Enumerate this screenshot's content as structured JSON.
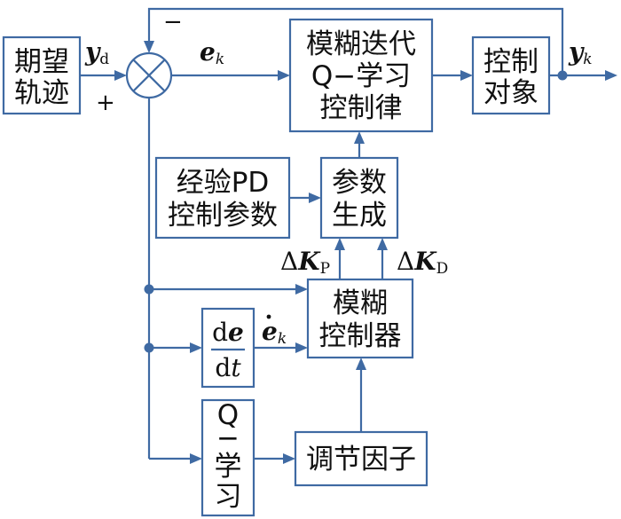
{
  "blocks": {
    "desired_trajectory": [
      "期望",
      "轨迹"
    ],
    "fuzzy_iterative_q": [
      "模糊迭代",
      "Q−学习",
      "控制律"
    ],
    "controlled_object": [
      "控制",
      "对象"
    ],
    "empirical_pd": [
      "经验PD",
      "控制参数"
    ],
    "param_gen": [
      "参数",
      "生成"
    ],
    "fuzzy_controller": [
      "模糊",
      "控制器"
    ],
    "derivative": {
      "num": "d",
      "num_var": "e",
      "den": "d",
      "den_var": "t"
    },
    "q_learning": [
      "Q",
      "−",
      "学",
      "习"
    ],
    "adjust_factor": "调节因子"
  },
  "signals": {
    "yd": {
      "main": "y",
      "sub": "d"
    },
    "ek": {
      "main": "e",
      "sub": "k"
    },
    "yk": {
      "main": "y",
      "sub": "k"
    },
    "ek_dot": {
      "main": "e",
      "sub": "k"
    },
    "dkp": {
      "delta": "Δ",
      "main": "K",
      "sub": "P"
    },
    "dkd": {
      "delta": "Δ",
      "main": "K",
      "sub": "D"
    }
  },
  "signs": {
    "minus": "−",
    "plus": "+"
  }
}
